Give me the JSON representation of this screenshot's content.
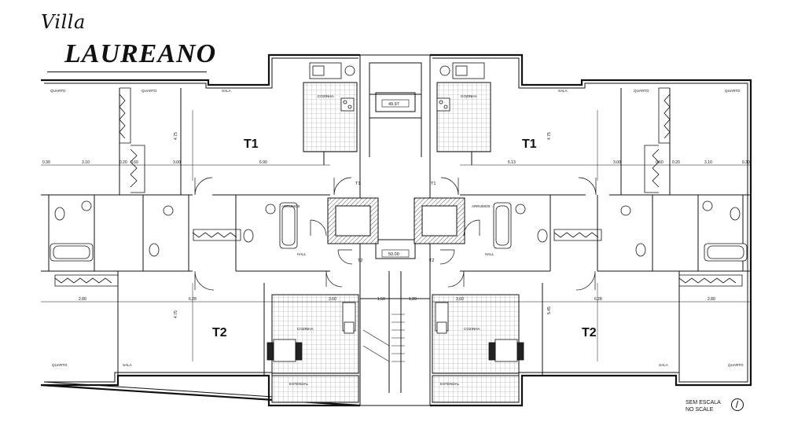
{
  "brand": {
    "prefix": "Villa",
    "name": "LAUREANO"
  },
  "unit_labels": {
    "t1_left": "T1",
    "t1_right": "T1",
    "t2_left": "T2",
    "t2_right": "T2"
  },
  "room_labels": {
    "quarto_tl": "QUARTO",
    "quarto_tl2": "QUARTO",
    "sala_tl": "SALA",
    "cozinha_tl": "COZINHA",
    "cozinha_tr": "COZINHA",
    "sala_tr": "SALA",
    "quarto_tr": "QUARTO",
    "quarto_tr2": "QUARTO",
    "hall_l": "HALL",
    "hall_r": "HALL",
    "arrumos_l": "ARRUMOS",
    "arrumos_r": "ARRUMOS",
    "quarto_bl": "QUARTO",
    "sala_bl": "SALA",
    "cozinha_bl": "COZINHA",
    "cozinha_br": "COZINHA",
    "sala_br": "SALA",
    "quarto_br": "QUARTO",
    "estendal_l": "ESTENDAL",
    "estendal_r": "ESTENDAL"
  },
  "core_labels": {
    "lift_top": "49.97",
    "lift_bottom": "50.00",
    "t1_left": "T1",
    "t1_right": "T1",
    "t2_left": "T2",
    "t2_right": "T2"
  },
  "dimensions": {
    "top_left": [
      "0.30",
      "3.10",
      "0.20",
      "0.60",
      "3.00",
      "6.90"
    ],
    "top_right": [
      "5.13",
      "3.00",
      "0.60",
      "0.20",
      "3.10",
      "0.30"
    ],
    "bottom_left": [
      "2.80",
      "6.28",
      "3.60"
    ],
    "bottom_right": [
      "3.60",
      "6.28",
      "2.80"
    ],
    "core": [
      "1.50",
      "1.20"
    ],
    "vert_left": [
      "4.75",
      "4.75"
    ],
    "vert_right": [
      "4.75",
      "5.45"
    ]
  },
  "scale_note": {
    "line1": "SEM ESCALA",
    "line2": "NO SCALE"
  },
  "colors": {
    "ink": "#111111",
    "tile": "#9a9a9a",
    "hatch": "#444444"
  }
}
